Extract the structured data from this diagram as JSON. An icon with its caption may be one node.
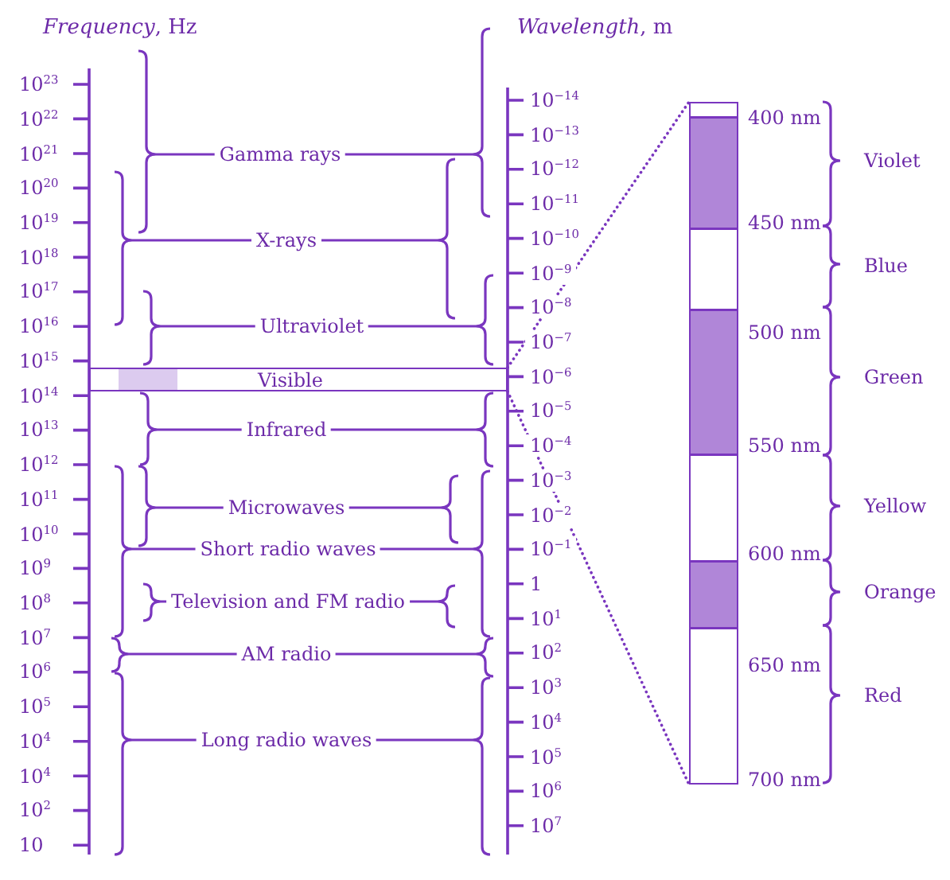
{
  "diagram": {
    "nodes": [
      {
        "text": [
          "Visible"
        ]
      },
      {
        "text": [],
        "shape": "bar",
        "beside": [
          "400 nm",
          "450 nm",
          "500 nm",
          "550 nm",
          "600 nm",
          "650 nm",
          "700 nm"
        ]
      }
    ],
    "edges": [
      {
        "from": 0,
        "to": 1,
        "arrow": "none",
        "style": "dashed"
      },
      {
        "from": 0,
        "to": 1,
        "arrow": "none",
        "style": "dashed"
      }
    ],
    "labels": [
      "*Frequency*, Hz",
      "*Wavelength*, m",
      "10$^{23}$",
      "10$^{22}$",
      "10$^{21}$",
      "10$^{20}$",
      "10$^{19}$",
      "10$^{18}$",
      "10$^{17}$",
      "10$^{16}$",
      "10$^{15}$",
      "10$^{14}$",
      "10$^{13}$",
      "10$^{12}$",
      "10$^{11}$",
      "10$^{10}$",
      "10$^{9}$",
      "10$^{8}$",
      "10$^{7}$",
      "10$^{6}$",
      "10$^{5}$",
      "10$^{4}$",
      "10$^{4}$",
      "10$^{2}$",
      "10",
      "Gamma rays",
      "X-rays",
      "Ultraviolet",
      "Infrared",
      "Microwaves",
      "Short radio waves",
      "Television and FM radio",
      "AM radio",
      "Long radio waves",
      "10$^{−14}$",
      "10$^{−13}$",
      "10$^{−12}$",
      "10$^{−11}$",
      "10$^{−10}$",
      "10$^{−9}$",
      "10$^{−8}$",
      "10$^{−7}$",
      "10$^{−6}$",
      "10$^{−5}$",
      "10$^{−4}$",
      "10$^{−3}$",
      "10$^{−2}$",
      "10$^{−1}$",
      "1",
      "10$^{1}$",
      "10$^{2}$",
      "10$^{3}$",
      "10$^{4}$",
      "10$^{5}$",
      "10$^{6}$",
      "10$^{7}$",
      "Violet",
      "Blue",
      "Green",
      "Yellow",
      "Orange",
      "Red"
    ]
  }
}
